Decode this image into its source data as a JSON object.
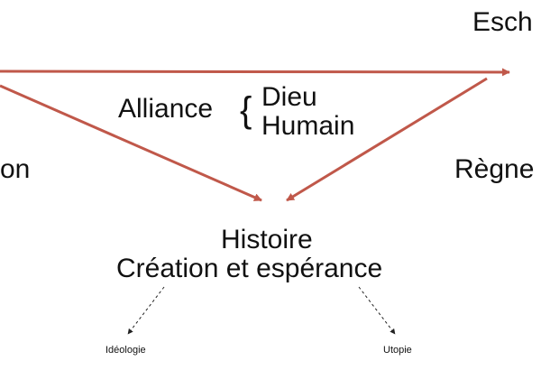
{
  "labels": {
    "top_right": "Esch",
    "left": "on",
    "right": "Règne",
    "alliance": "Alliance",
    "brace": "{",
    "dieu": "Dieu",
    "humain": "Humain",
    "histoire": "Histoire",
    "creation": "Création et espérance",
    "ideologie": "Idéologie",
    "utopie": "Utopie"
  },
  "colors": {
    "arrow": "#C0584A",
    "dashed": "#222222",
    "text": "#111111"
  }
}
